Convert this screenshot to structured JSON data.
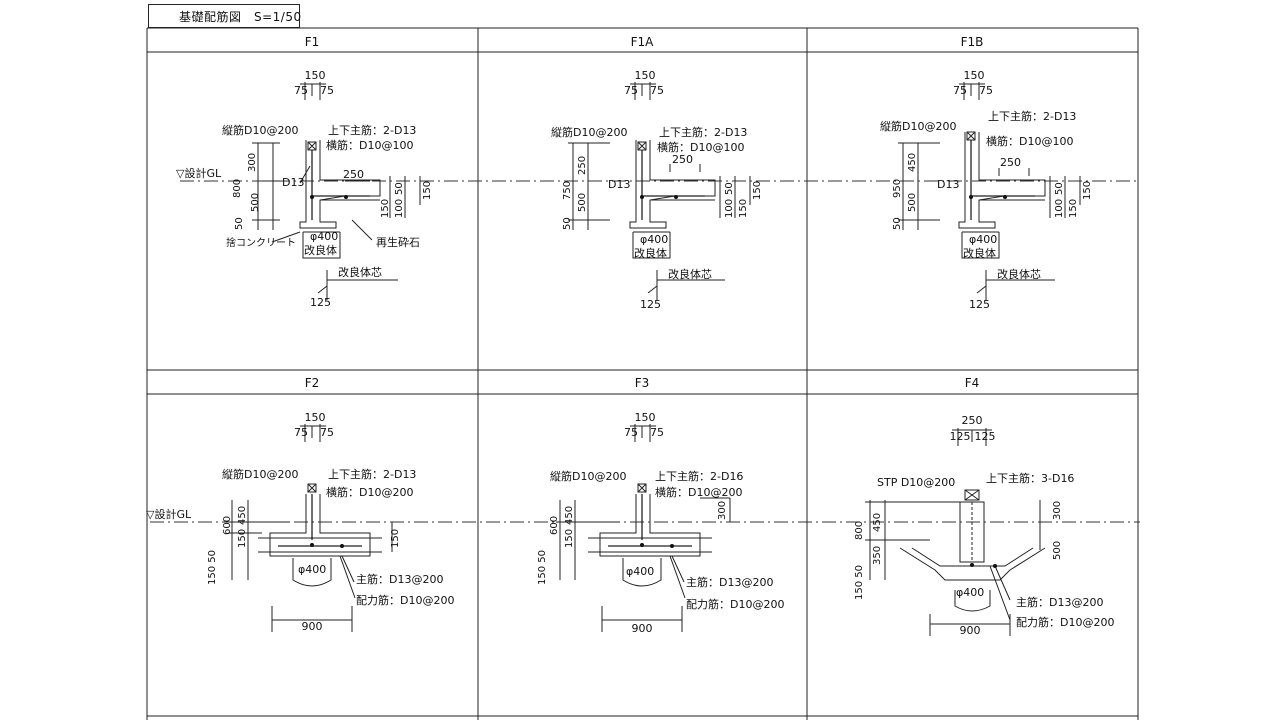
{
  "sheet": {
    "title": "基礎配筋図　S=1/50"
  },
  "panels": [
    {
      "name": "F1",
      "width_top": "150",
      "half_left": "75",
      "half_right": "75",
      "rebar_vertical": "縦筋D10@200",
      "main_bar": "上下主筋：2-D13",
      "horizontal_bar": "横筋：D10@100",
      "gl_label": "▽設計GL",
      "dim_300": "300",
      "dim_800": "800",
      "dim_500": "500",
      "dim_50": "50",
      "d13": "D13",
      "dim_250": "250",
      "dim_50r": "50",
      "dim_100r": "100",
      "dim_150r": "150",
      "dim_150b": "150",
      "pile": "φ400",
      "improved": "改良体",
      "improved_core": "改良体芯",
      "lean_concrete": "捨コンクリート",
      "crushed": "再生砕石",
      "dim_125": "125"
    },
    {
      "name": "F1A",
      "width_top": "150",
      "half_left": "75",
      "half_right": "75",
      "rebar_vertical": "縦筋D10@200",
      "main_bar": "上下主筋：2-D13",
      "horizontal_bar": "横筋：D10@100",
      "dim_250_v": "250",
      "dim_750": "750",
      "dim_500": "500",
      "dim_50": "50",
      "d13": "D13",
      "dim_250": "250",
      "dim_50r": "50",
      "dim_100r": "100",
      "dim_150r": "150",
      "dim_150b": "150",
      "pile": "φ400",
      "improved": "改良体",
      "improved_core": "改良体芯",
      "dim_125": "125"
    },
    {
      "name": "F1B",
      "width_top": "150",
      "half_left": "75",
      "half_right": "75",
      "rebar_vertical": "縦筋D10@200",
      "main_bar": "上下主筋：2-D13",
      "horizontal_bar": "横筋：D10@100",
      "dim_450": "450",
      "dim_950": "950",
      "dim_500": "500",
      "dim_50": "50",
      "d13": "D13",
      "dim_250": "250",
      "dim_50r": "50",
      "dim_100r": "100",
      "dim_150r": "150",
      "dim_150b": "150",
      "pile": "φ400",
      "improved": "改良体",
      "improved_core": "改良体芯",
      "dim_125": "125"
    },
    {
      "name": "F2",
      "width_top": "150",
      "half_left": "75",
      "half_right": "75",
      "rebar_vertical": "縦筋D10@200",
      "main_bar": "上下主筋：2-D13",
      "horizontal_bar": "横筋：D10@200",
      "gl_label": "▽設計GL",
      "dim_450": "450",
      "dim_600": "600",
      "dim_150": "150",
      "dim_50": "50",
      "dim_150_50": "150 50",
      "dim_150r": "150",
      "pile": "φ400",
      "main_rebar": "主筋：D13@200",
      "dist_rebar": "配力筋：D10@200",
      "dim_900": "900"
    },
    {
      "name": "F3",
      "width_top": "150",
      "half_left": "75",
      "half_right": "75",
      "rebar_vertical": "縦筋D10@200",
      "main_bar": "上下主筋：2-D16",
      "horizontal_bar": "横筋：D10@200",
      "dim_450": "450",
      "dim_600": "600",
      "dim_150": "150",
      "dim_50": "50",
      "dim_150_50": "150 50",
      "dim_300": "300",
      "pile": "φ400",
      "main_rebar": "主筋：D13@200",
      "dist_rebar": "配力筋：D10@200",
      "dim_900": "900"
    },
    {
      "name": "F4",
      "width_top": "250",
      "half_left": "125",
      "half_right": "125",
      "stp": "STP D10@200",
      "main_bar": "上下主筋：3-D16",
      "dim_450": "450",
      "dim_800": "800",
      "dim_350": "350",
      "dim_150_50": "150 50",
      "dim_300": "300",
      "dim_500": "500",
      "pile": "φ400",
      "main_rebar": "主筋：D13@200",
      "dist_rebar": "配力筋：D10@200",
      "dim_900": "900"
    }
  ]
}
